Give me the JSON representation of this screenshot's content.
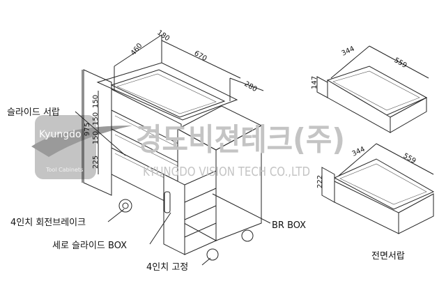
{
  "watermark": {
    "logo_brand": "Kyungdo",
    "logo_sub": "Tool Cabinets",
    "company_kr": "경도비젼테크(주)",
    "company_en": "KYUNGDO VISION TECH CO.,LTD"
  },
  "labels": {
    "slide_drawer": "슬라이드 서랍",
    "caster_swivel_brake": "4인치 회전브레이크",
    "vertical_slide_box": "세로 슬라이드 BOX",
    "caster_fixed": "4인치 고정",
    "br_box": "BR BOX",
    "front_drawer": "전면서랍"
  },
  "cabinet_dimensions": {
    "depth_side": "180",
    "depth": "460",
    "width": "670",
    "side_box": "280",
    "height_total": "975",
    "drawer_heights": [
      "150",
      "150",
      "150",
      "225"
    ]
  },
  "drawer_small": {
    "depth": "344",
    "length": "559",
    "height": "147"
  },
  "drawer_large": {
    "depth": "344",
    "length": "559",
    "height": "222"
  }
}
